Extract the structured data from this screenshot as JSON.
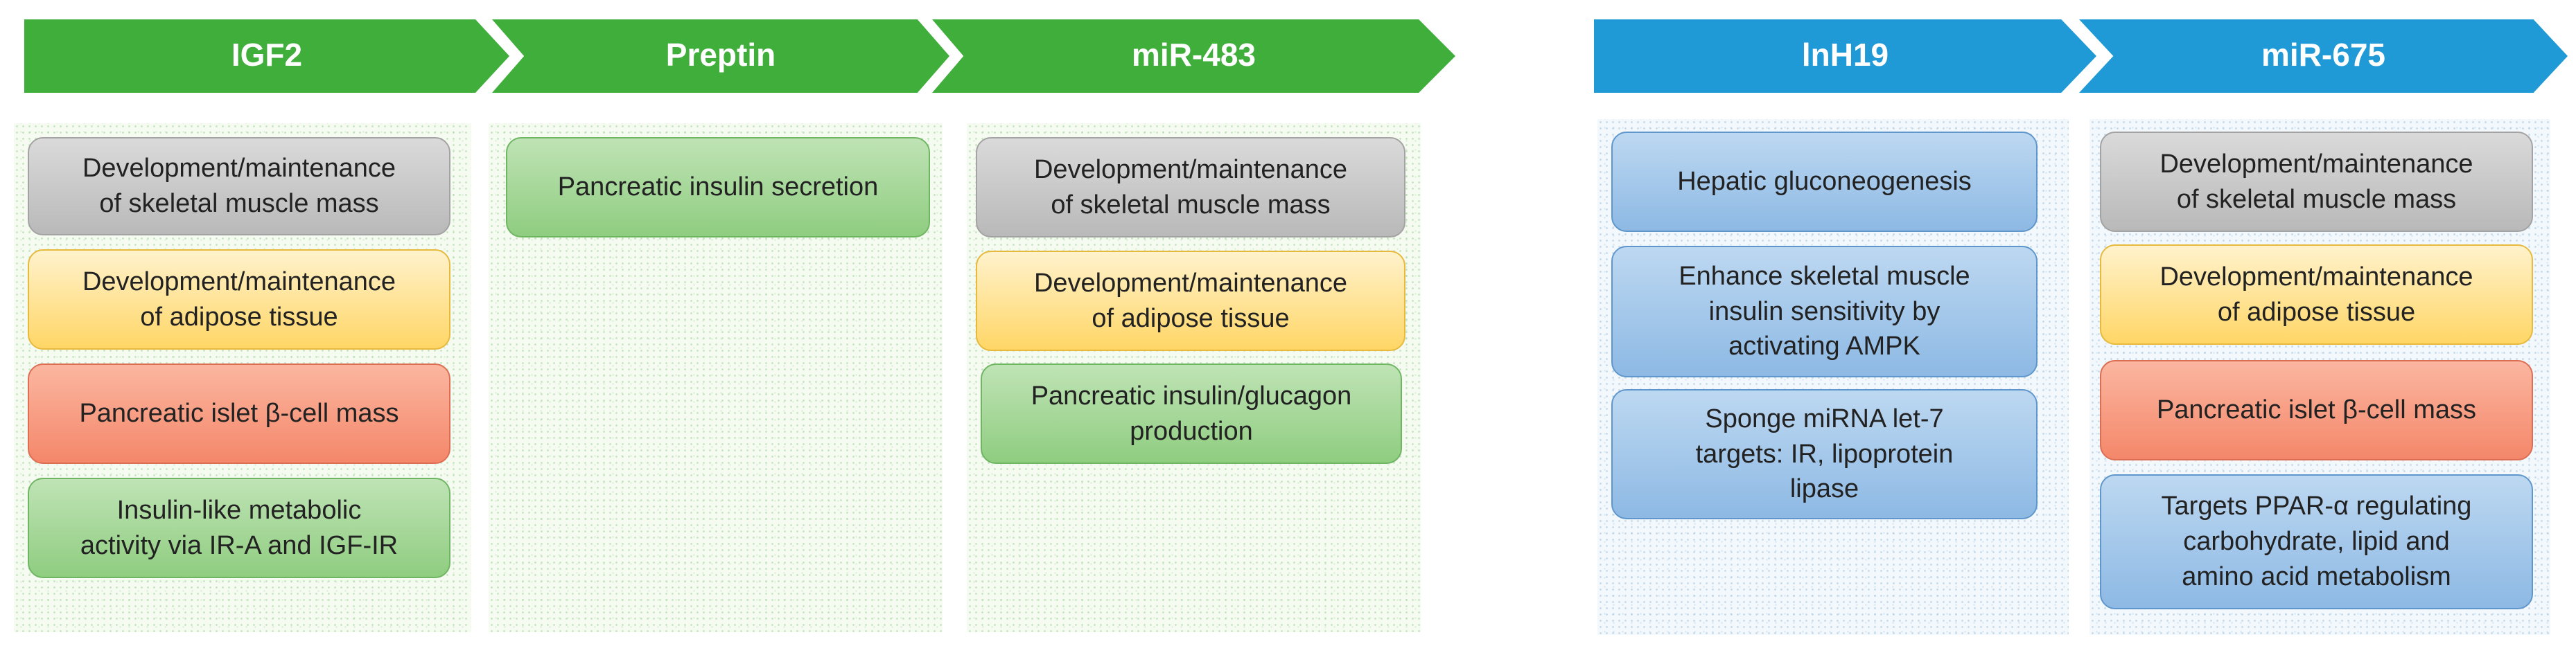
{
  "headers": {
    "igf2": "IGF2",
    "preptin": "Preptin",
    "mir483": "miR-483",
    "lnh19": "lnH19",
    "mir675": "miR-675"
  },
  "colors": {
    "green_header": "#3fae3b",
    "blue_header": "#1f9ad6",
    "gray_box": "#c9c9c9",
    "yellow_box": "#ffe28a",
    "red_box": "#f79b80",
    "green_box": "#a8d99a",
    "blue_box": "#a5c8ea"
  },
  "igf2": {
    "boxes": [
      "Development/maintenance\nof skeletal muscle mass",
      "Development/maintenance\nof adipose tissue",
      "Pancreatic islet β-cell mass",
      "Insulin-like metabolic\nactivity via IR-A and IGF-IR"
    ]
  },
  "preptin": {
    "boxes": [
      "Pancreatic insulin secretion"
    ]
  },
  "mir483": {
    "boxes": [
      "Development/maintenance\nof skeletal muscle mass",
      "Development/maintenance\nof adipose tissue",
      "Pancreatic insulin/glucagon\nproduction"
    ]
  },
  "lnh19": {
    "boxes": [
      "Hepatic gluconeogenesis",
      "Enhance skeletal muscle\ninsulin sensitivity by\nactivating AMPK",
      "Sponge miRNA let-7\ntargets: IR, lipoprotein\nlipase"
    ]
  },
  "mir675": {
    "boxes": [
      "Development/maintenance\nof skeletal muscle mass",
      "Development/maintenance\nof adipose tissue",
      "Pancreatic islet β-cell mass",
      "Targets PPAR-α regulating\ncarbohydrate, lipid and\namino acid metabolism"
    ]
  }
}
